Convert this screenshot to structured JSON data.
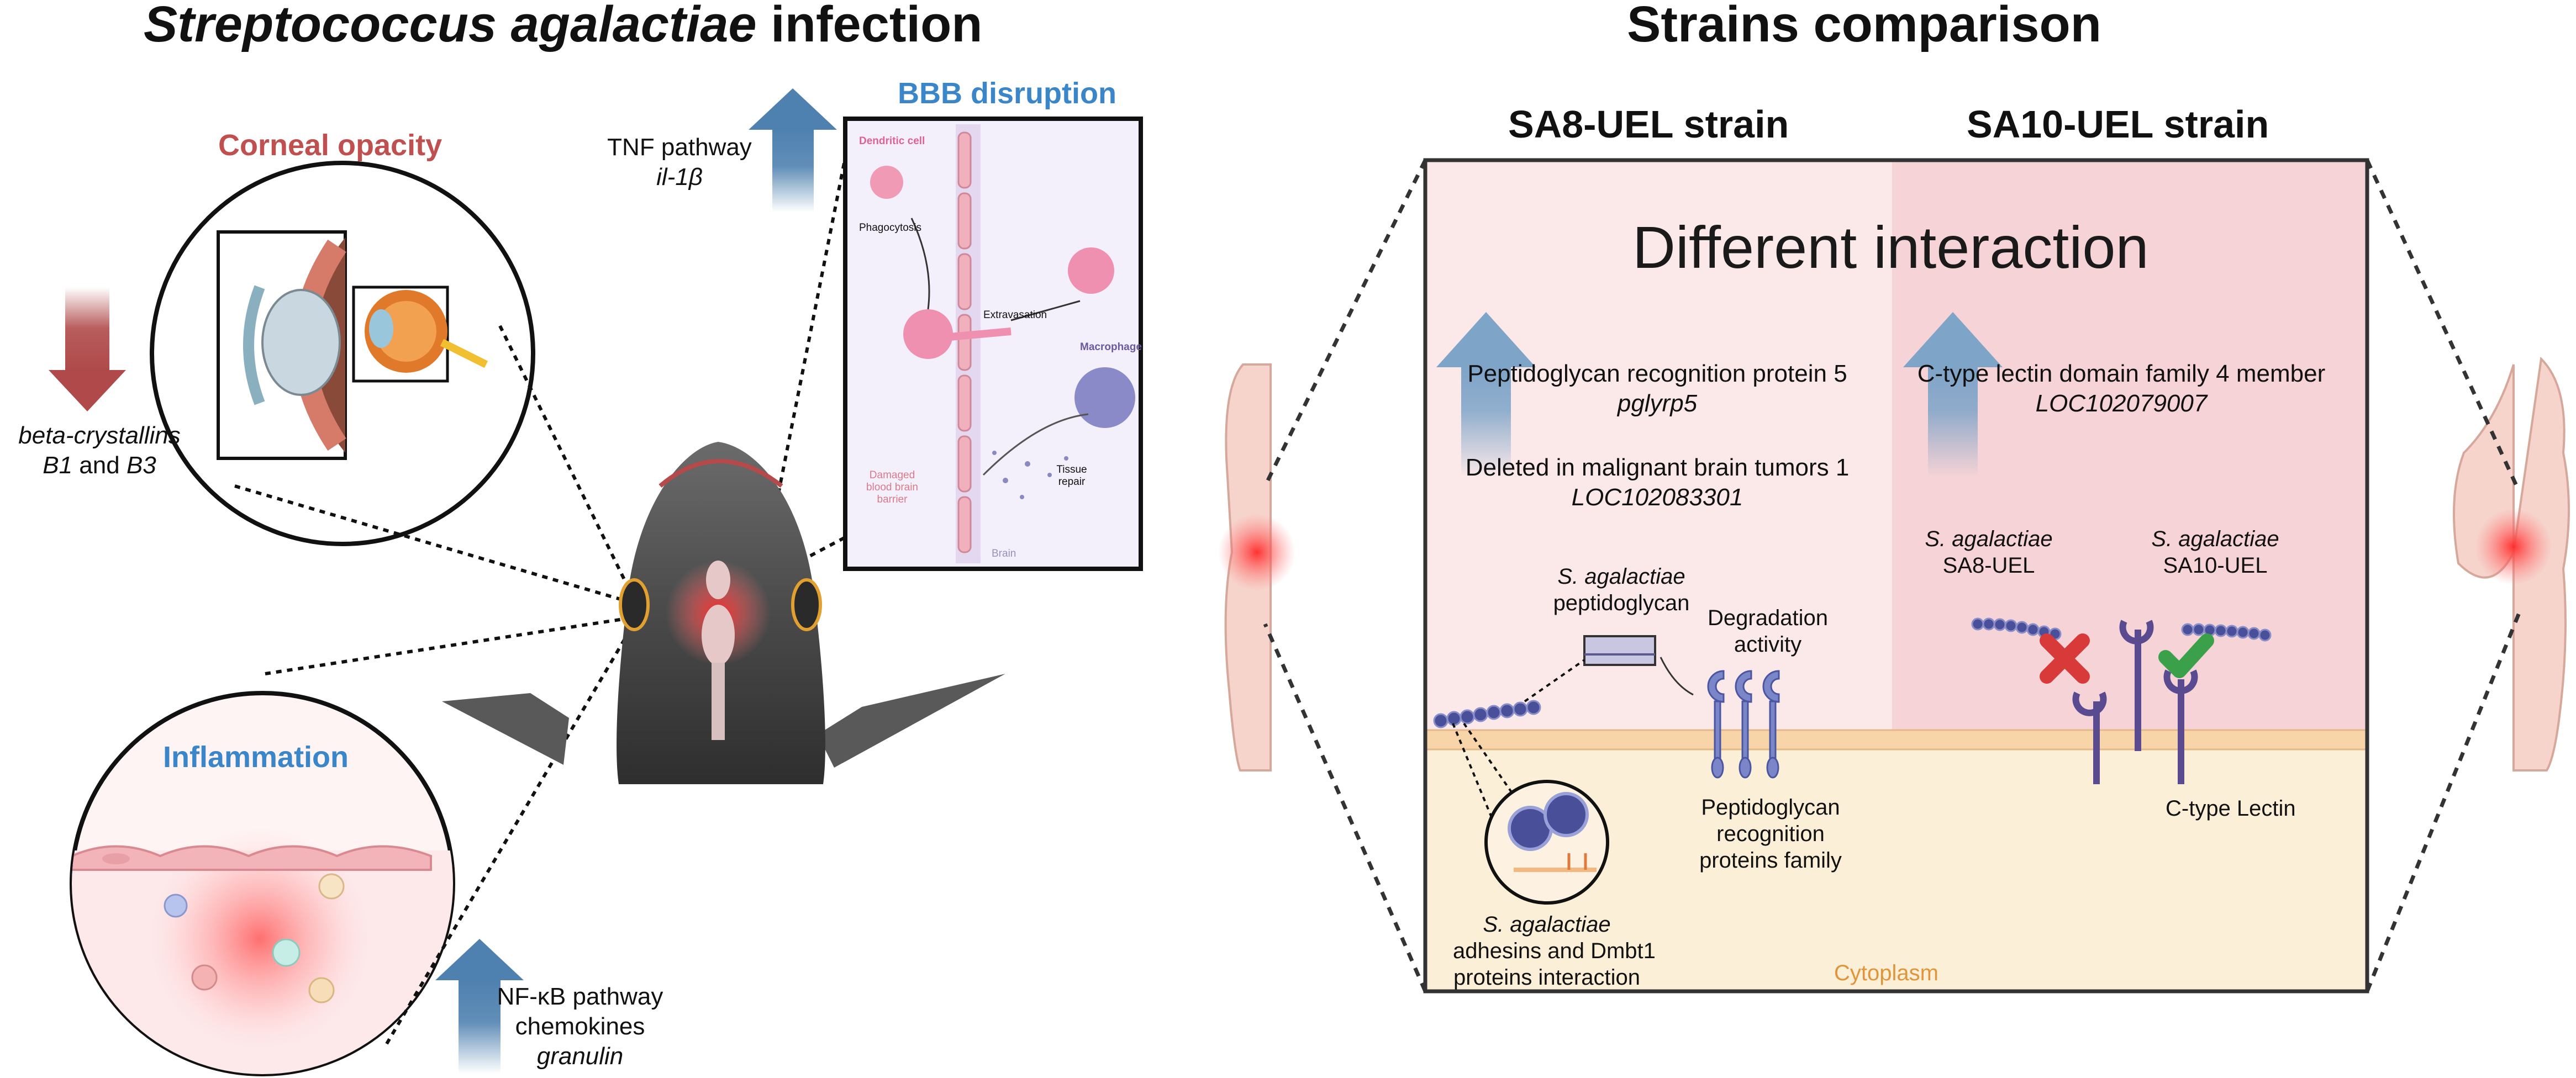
{
  "titles": {
    "main_italic": "Streptococcus agalactiae",
    "main_rest": " infection",
    "comparison": "Strains comparison",
    "strain_a": "SA8-UEL strain",
    "strain_b": "SA10-UEL strain"
  },
  "left": {
    "corneal": "Corneal opacity",
    "crystallins_line1": "beta-crystallins",
    "crystallins_b1": "B1",
    "crystallins_and": " and ",
    "crystallins_b3": "B3",
    "tnf_line1": "TNF pathway",
    "tnf_line2": "il-1β",
    "bbb": "BBB disruption",
    "inflammation": "Inflammation",
    "nfkb_line1": "NF-κB pathway",
    "nfkb_line2": "chemokines",
    "nfkb_line3": "granulin"
  },
  "bbb_panel": {
    "dendritic": "Dendritic cell",
    "phagocytosis": "Phagocytosis",
    "extravasation": "Extravasation",
    "macrophage": "Macrophage",
    "damaged_line1": "Damaged",
    "damaged_line2": "blood brain",
    "damaged_line3": "barrier",
    "tissue_line1": "Tissue",
    "tissue_line2": "repair",
    "brain": "Brain"
  },
  "right": {
    "headline": "Different interaction",
    "pglyrp_line1": "Peptidoglycan recognition protein 5",
    "pglyrp_line2": "pglyrp5",
    "dmbt_line1": "Deleted in malignant brain tumors 1",
    "dmbt_line2": "LOC102083301",
    "ctype_line1": "C-type lectin domain family 4 member",
    "ctype_line2": "LOC102079007",
    "pg_line1": "S. agalactiae",
    "pg_line2": "peptidoglycan",
    "deg_line1": "Degradation",
    "deg_line2": "activity",
    "pgrp_line1": "Peptidoglycan",
    "pgrp_line2": "recognition",
    "pgrp_line3": "proteins family",
    "adh_line1": "S. agalactiae",
    "adh_line2": "adhesins and Dmbt1",
    "adh_line3": "proteins interaction",
    "cytoplasm": "Cytoplasm",
    "sa8_line1": "S. agalactiae",
    "sa8_line2": "SA8-UEL",
    "sa10_line1": "S. agalactiae",
    "sa10_line2": "SA10-UEL",
    "clectin": "C-type Lectin"
  },
  "colors": {
    "up_arrow": "#4f81b0",
    "down_arrow": "#b04a4a",
    "panel_left_bg": "#f8e6e6",
    "panel_right_bg": "#f4d0d3",
    "cytoplasm_bg": "#fbeed8",
    "bacteria": "#4a4f9a",
    "cross": "#d83a3a",
    "check": "#3aa04a"
  }
}
